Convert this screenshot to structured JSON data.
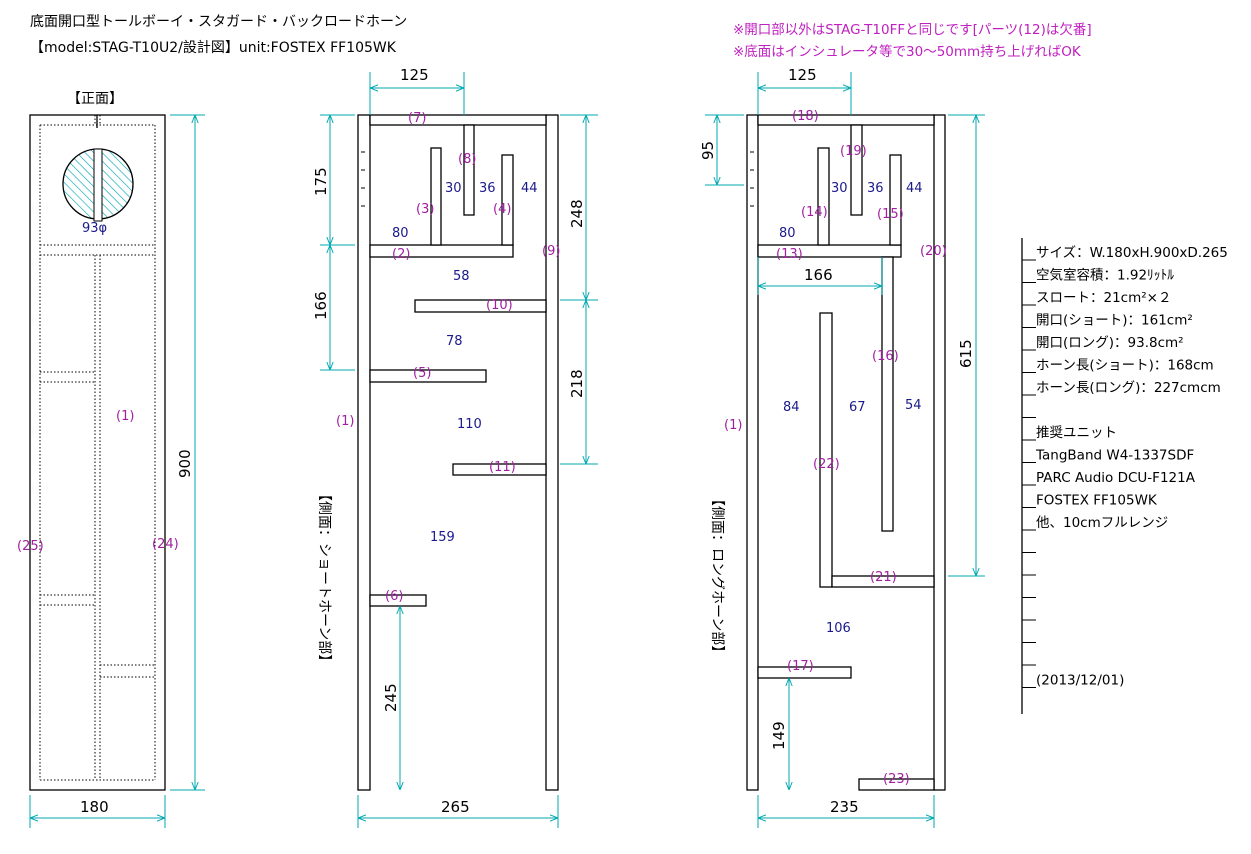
{
  "title": {
    "line1": "底面開口型トールボーイ・スタガード・バックロードホーン",
    "line2": "【model:STAG-T10U2/設計図】unit:FOSTEX FF105WK"
  },
  "notes": [
    "※開口部以外はSTAG-T10FFと同じです[パーツ(12)は欠番]",
    "※底面はインシュレータ等で30～50mm持ち上げればOK"
  ],
  "front": {
    "heading": "【正面】",
    "hole": "93φ",
    "width": "180",
    "height": "900",
    "parts": [
      "(1)",
      "(25)",
      "(24)"
    ]
  },
  "side_short": {
    "heading": "【側面：ショートホーン部】",
    "dims": {
      "top": "125",
      "a": "175",
      "b": "166",
      "c": "248",
      "d": "218",
      "e": "245",
      "width": "265"
    },
    "sizes": [
      "30",
      "36",
      "44",
      "80",
      "58",
      "78",
      "110",
      "159"
    ],
    "parts": [
      "(7)",
      "(8)",
      "(3)",
      "(4)",
      "(2)",
      "(9)",
      "(10)",
      "(5)",
      "(1)",
      "(11)",
      "(6)"
    ]
  },
  "side_long": {
    "heading": "【側面：ロングホーン部】",
    "dims": {
      "top": "125",
      "a": "95",
      "b": "166",
      "c": "615",
      "e": "149",
      "width": "235"
    },
    "sizes": [
      "30",
      "36",
      "44",
      "80",
      "84",
      "67",
      "54",
      "106"
    ],
    "parts": [
      "(18)",
      "(19)",
      "(14)",
      "(15)",
      "(13)",
      "(20)",
      "(16)",
      "(1)",
      "(22)",
      "(21)",
      "(17)",
      "(23)"
    ]
  },
  "specs": [
    "サイズ：W.180xH.900xD.265",
    "空気室容積：1.92ﾘｯﾄﾙ",
    "スロート：21cm²×２",
    "開口(ショート)：161cm²",
    "開口(ロング)：93.8cm²",
    "ホーン長(ショート)：168cm",
    "ホーン長(ロング)：227cmcm",
    "",
    "推奨ユニット",
    "TangBand W4-1337SDF",
    "PARC Audio DCU-F121A",
    "FOSTEX FF105WK",
    "他、10cmフルレンジ",
    "",
    "",
    "",
    "",
    "",
    "",
    "(2013/12/01)"
  ]
}
